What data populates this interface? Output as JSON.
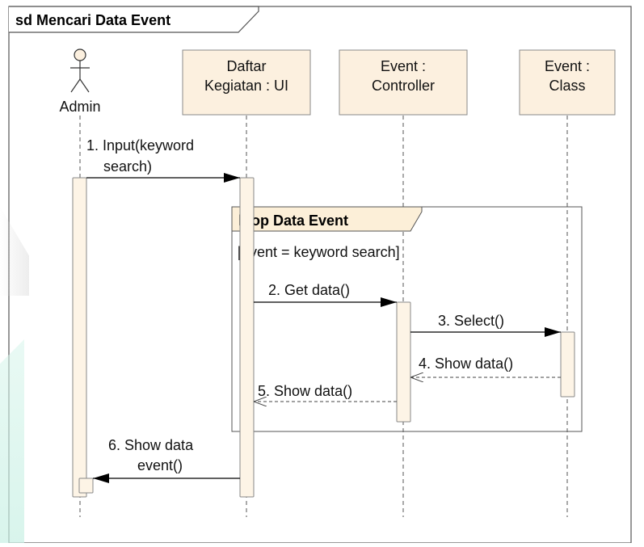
{
  "frame": {
    "title": "sd Mencari Data Event"
  },
  "lifelines": [
    {
      "id": "admin",
      "kind": "actor",
      "lines": [
        "Admin"
      ]
    },
    {
      "id": "ui",
      "kind": "object",
      "lines": [
        "Daftar",
        "Kegiatan : UI"
      ]
    },
    {
      "id": "controller",
      "kind": "object",
      "lines": [
        "Event :",
        "Controller"
      ]
    },
    {
      "id": "class",
      "kind": "object",
      "lines": [
        "Event :",
        "Class"
      ]
    }
  ],
  "loop": {
    "label": "loop Data Event",
    "guard": "[event = keyword search]"
  },
  "messages": [
    {
      "id": "m1",
      "type": "sync",
      "lines": [
        "1. Input(keyword",
        "search)"
      ]
    },
    {
      "id": "m2",
      "type": "sync",
      "lines": [
        "2. Get data()"
      ]
    },
    {
      "id": "m3",
      "type": "sync",
      "lines": [
        "3. Select()"
      ]
    },
    {
      "id": "m4",
      "type": "return",
      "lines": [
        "4. Show data()"
      ]
    },
    {
      "id": "m5",
      "type": "return",
      "lines": [
        "5. Show data()"
      ]
    },
    {
      "id": "m6",
      "type": "sync",
      "lines": [
        "6. Show data",
        "event()"
      ]
    }
  ],
  "colors": {
    "object_fill": "#FCF0DF",
    "object_stroke": "#8A8A8A",
    "activation_fill": "#FDF4E6",
    "loop_tab_fill": "#FCEFD8",
    "line": "#000000",
    "lifeline": "#555555",
    "frame_stroke": "#555555"
  }
}
